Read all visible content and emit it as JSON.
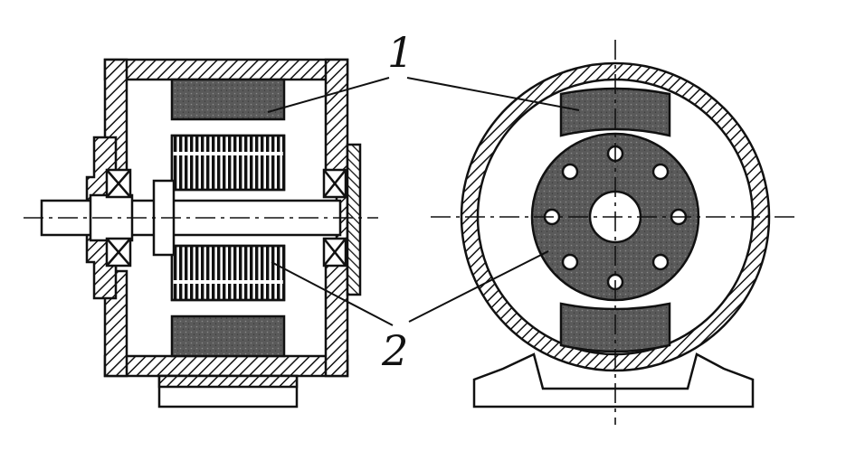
{
  "labels": {
    "label_1": "1",
    "label_2": "2"
  },
  "colors": {
    "ink": "#111111",
    "fill_dark": "#555555",
    "background": "#ffffff"
  },
  "views": [
    "side-section-view",
    "end-view"
  ],
  "parts": [
    "stator-winding",
    "rotor-core",
    "shaft",
    "bearing",
    "housing",
    "base"
  ]
}
